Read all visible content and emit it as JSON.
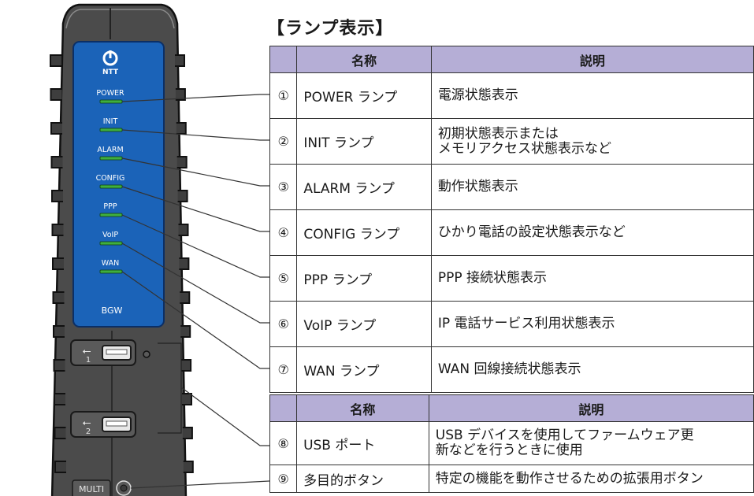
{
  "device": {
    "brand": "NTT",
    "model_label": "BGW",
    "usb_port_1_number": "1",
    "usb_port_2_number": "2",
    "multi_button_label": "MULTI",
    "lamps": [
      "POWER",
      "INIT",
      "ALARM",
      "CONFIG",
      "PPP",
      "VoIP",
      "WAN"
    ],
    "colors": {
      "body": "#4d4d4d",
      "panel": "#1b63b8",
      "lamp": "#3fae3f"
    }
  },
  "lamp_section": {
    "title": "【ランプ表示】",
    "headers": [
      "",
      "名称",
      "説明"
    ],
    "rows": [
      {
        "num": "①",
        "name": "POWER ランプ",
        "desc": [
          "電源状態表示"
        ]
      },
      {
        "num": "②",
        "name": "INIT ランプ",
        "desc": [
          "初期状態表示または",
          "メモリアクセス状態表示など"
        ]
      },
      {
        "num": "③",
        "name": "ALARM ランプ",
        "desc": [
          "動作状態表示"
        ]
      },
      {
        "num": "④",
        "name": "CONFIG ランプ",
        "desc": [
          "ひかり電話の設定状態表示など"
        ]
      },
      {
        "num": "⑤",
        "name": "PPP ランプ",
        "desc": [
          "PPP 接続状態表示"
        ]
      },
      {
        "num": "⑥",
        "name": "VoIP ランプ",
        "desc": [
          "IP 電話サービス利用状態表示"
        ]
      },
      {
        "num": "⑦",
        "name": "WAN ランプ",
        "desc": [
          "WAN 回線接続状態表示"
        ]
      }
    ]
  },
  "port_section": {
    "headers": [
      "",
      "名称",
      "説明"
    ],
    "rows": [
      {
        "num": "⑧",
        "name": "USB ポート",
        "desc": [
          "USB デバイスを使用してファームウェア更",
          "新などを行うときに使用"
        ]
      },
      {
        "num": "⑨",
        "name": "多目的ボタン",
        "desc": [
          "特定の機能を動作させるための拡張用ボタン"
        ]
      }
    ]
  }
}
